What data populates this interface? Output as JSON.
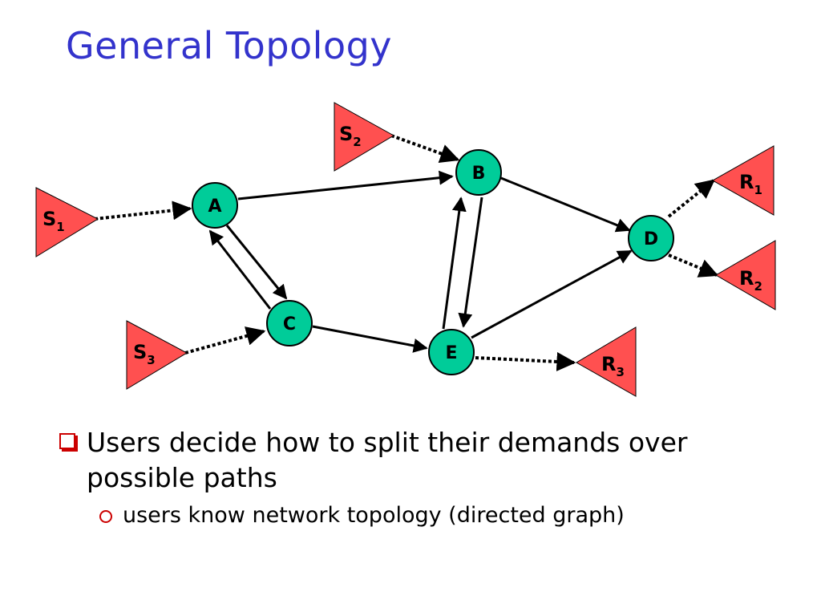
{
  "slide": {
    "title": "General Topology"
  },
  "nodes": [
    {
      "id": "A",
      "label": "A"
    },
    {
      "id": "B",
      "label": "B"
    },
    {
      "id": "C",
      "label": "C"
    },
    {
      "id": "D",
      "label": "D"
    },
    {
      "id": "E",
      "label": "E"
    }
  ],
  "sources": [
    {
      "id": "S1",
      "letter": "S",
      "sub": "1"
    },
    {
      "id": "S2",
      "letter": "S",
      "sub": "2"
    },
    {
      "id": "S3",
      "letter": "S",
      "sub": "3"
    }
  ],
  "receivers": [
    {
      "id": "R1",
      "letter": "R",
      "sub": "1"
    },
    {
      "id": "R2",
      "letter": "R",
      "sub": "2"
    },
    {
      "id": "R3",
      "letter": "R",
      "sub": "3"
    }
  ],
  "links": [
    {
      "from": "A",
      "to": "B",
      "style": "solid"
    },
    {
      "from": "A",
      "to": "C",
      "style": "solid"
    },
    {
      "from": "C",
      "to": "A",
      "style": "solid"
    },
    {
      "from": "B",
      "to": "D",
      "style": "solid"
    },
    {
      "from": "B",
      "to": "E",
      "style": "solid"
    },
    {
      "from": "E",
      "to": "B",
      "style": "solid"
    },
    {
      "from": "C",
      "to": "E",
      "style": "solid"
    },
    {
      "from": "E",
      "to": "D",
      "style": "solid"
    },
    {
      "from": "S1",
      "to": "A",
      "style": "dotted"
    },
    {
      "from": "S2",
      "to": "B",
      "style": "dotted"
    },
    {
      "from": "S3",
      "to": "C",
      "style": "dotted"
    },
    {
      "from": "D",
      "to": "R1",
      "style": "dotted"
    },
    {
      "from": "D",
      "to": "R2",
      "style": "dotted"
    },
    {
      "from": "E",
      "to": "R3",
      "style": "dotted"
    }
  ],
  "bullets": [
    {
      "text": "Users decide how to split their demands over possible paths",
      "sub": [
        "users know network topology (directed graph)"
      ]
    }
  ],
  "colors": {
    "title": "#3333cc",
    "node_fill": "#00cc99",
    "triangle_fill": "#ff5050",
    "bullet_marker": "#cc0000"
  },
  "icons": {
    "bullet_level1": "hollow-square-bullet",
    "bullet_level2": "hollow-circle-bullet"
  }
}
